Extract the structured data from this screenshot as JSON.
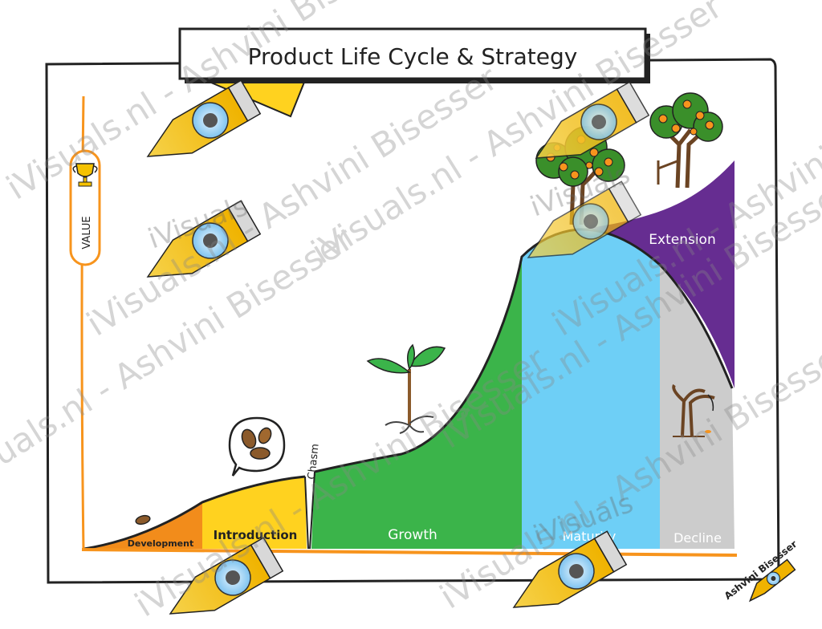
{
  "title": "Product Life Cycle & Strategy",
  "y_axis_label": "VALUE",
  "stages": {
    "development": "Development",
    "introduction": "Introduction",
    "chasm": "Chasm",
    "growth": "Growth",
    "maturity": "Maturity",
    "decline": "Decline",
    "extension": "Extension"
  },
  "watermark": "iVisuals.nl - Ashvini Bisesser",
  "watermark_short": "iVisuals",
  "logo_text": "Ashvini Bisesser",
  "colors": {
    "development": "#f28c1b",
    "introduction": "#ffd21f",
    "growth": "#3bb44a",
    "maturity": "#6ecff6",
    "decline": "#cccccc",
    "extension": "#662d91",
    "axis": "#f7941d"
  },
  "icons": [
    "trophy-icon",
    "seeds-icon",
    "seed-icon",
    "sapling-icon",
    "fruit-tree-icon",
    "propped-fruit-tree-icon",
    "dead-tree-icon",
    "pencil-eye-icon"
  ]
}
